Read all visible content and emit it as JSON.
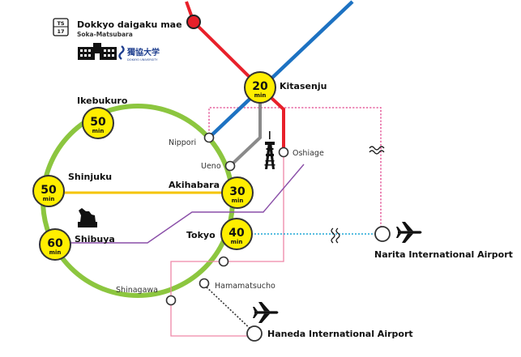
{
  "colors": {
    "yamanote": "#8cc63f",
    "skytree_line": "#e8202a",
    "hibiya": "#1d72c2",
    "chuo_sobu": "#f5c400",
    "hanzomon": "#8a4fa8",
    "asakusa": "#ef87a8",
    "tobu_gray": "#8a8a8a",
    "keisei_dotted": "#e0408a",
    "monorail": "#1ea7d6",
    "time_circle_fill": "#ffee00",
    "origin_station": "#e8202a"
  },
  "origin": {
    "name": "Dokkyo daigaku mae",
    "subname": "Soka-Matsubara",
    "code_top": "TS",
    "code_bottom": "17",
    "university_logo_text": "獨協大学",
    "university_logo_sub": "DOKKYO UNIVERSITY"
  },
  "time_unit": "min",
  "hubs": [
    {
      "id": "kitasenju",
      "name": "Kitasenju",
      "minutes": "20"
    },
    {
      "id": "ikebukuro",
      "name": "Ikebukuro",
      "minutes": "50"
    },
    {
      "id": "shinjuku",
      "name": "Shinjuku",
      "minutes": "50"
    },
    {
      "id": "akihabara",
      "name": "Akihabara",
      "minutes": "30"
    },
    {
      "id": "tokyo",
      "name": "Tokyo",
      "minutes": "40"
    },
    {
      "id": "shibuya",
      "name": "Shibuya",
      "minutes": "60"
    }
  ],
  "stations": {
    "nippori": "Nippori",
    "ueno": "Ueno",
    "oshiage": "Oshiage",
    "hamamatsucho": "Hamamatsucho",
    "shinagawa": "Shinagawa"
  },
  "airports": {
    "narita": "Narita International Airport",
    "haneda": "Haneda International Airport"
  },
  "icons": [
    "plane-icon",
    "tokyo-skytree-icon",
    "hachiko-statue-icon",
    "river-wave-icon",
    "university-building-icon",
    "station-code-badge"
  ]
}
